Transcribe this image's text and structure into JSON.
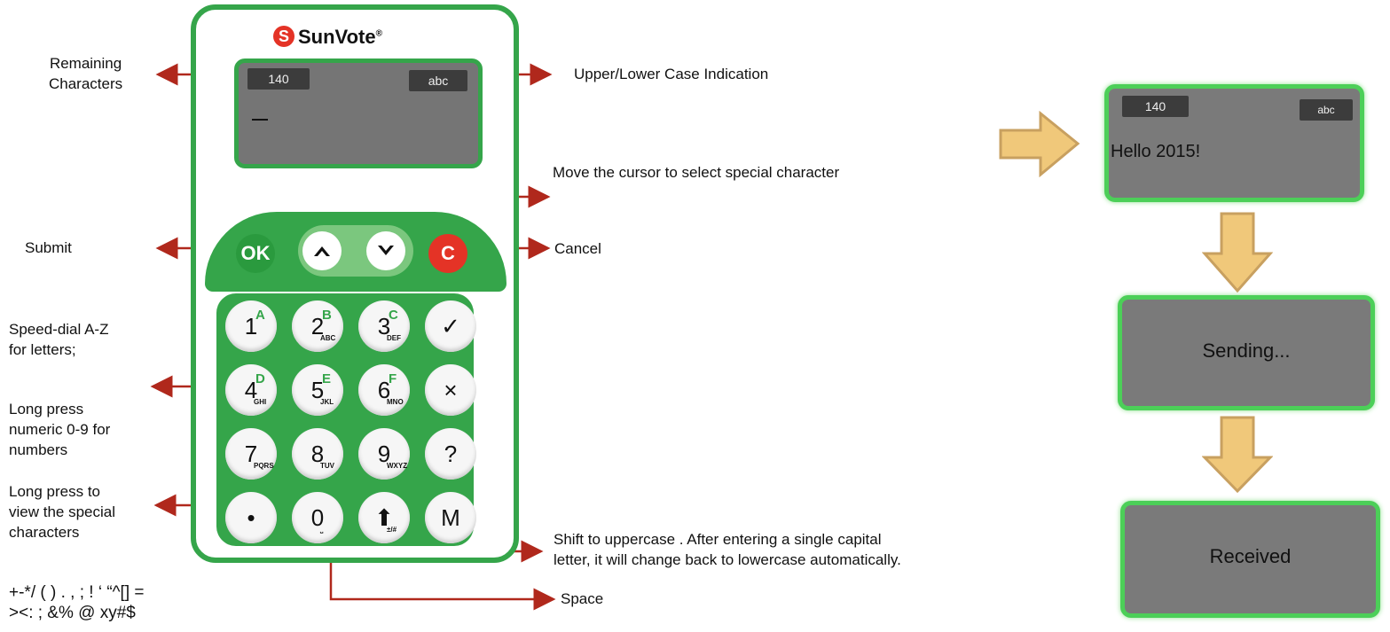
{
  "brand": {
    "name": "SunVote",
    "mark": "®",
    "logo_letter": "S"
  },
  "screen": {
    "remaining": "140",
    "case_mode": "abc"
  },
  "buttons": {
    "ok": "OK",
    "cancel": "C"
  },
  "keys": [
    {
      "main": "1",
      "sup": "A",
      "sub": ""
    },
    {
      "main": "2",
      "sup": "B",
      "sub": "ABC"
    },
    {
      "main": "3",
      "sup": "C",
      "sub": "DEF"
    },
    {
      "main": "✓",
      "sup": "",
      "sub": ""
    },
    {
      "main": "4",
      "sup": "D",
      "sub": "GHI"
    },
    {
      "main": "5",
      "sup": "E",
      "sub": "JKL"
    },
    {
      "main": "6",
      "sup": "F",
      "sub": "MNO"
    },
    {
      "main": "×",
      "sup": "",
      "sub": ""
    },
    {
      "main": "7",
      "sup": "",
      "sub": "PQRS"
    },
    {
      "main": "8",
      "sup": "",
      "sub": "TUV"
    },
    {
      "main": "9",
      "sup": "",
      "sub": "WXYZ"
    },
    {
      "main": "?",
      "sup": "",
      "sub": ""
    },
    {
      "main": "•",
      "sup": "",
      "sub": ""
    },
    {
      "main": "0",
      "sup": "",
      "sub": "⎵"
    },
    {
      "main": "⬆",
      "sup": "",
      "sub": "±/#"
    },
    {
      "main": "M",
      "sup": "",
      "sub": ""
    }
  ],
  "labels": {
    "remaining_line1": "Remaining",
    "remaining_line2": "Characters",
    "case_indication": "Upper/Lower Case Indication",
    "move_cursor": "Move the cursor to select special character",
    "submit": "Submit",
    "cancel": "Cancel",
    "speed_dial_1": "Speed-dial A-Z",
    "speed_dial_2": "for letters;",
    "long_press_1": "Long press",
    "long_press_2": "numeric 0-9 for",
    "long_press_3": "numbers",
    "special_1": "Long press to",
    "special_2": "view the special",
    "special_3": "characters",
    "shift_1": "Shift to uppercase . After  entering a single capital",
    "shift_2": "letter,  it will change back to lowercase  automatically.",
    "space": "Space",
    "specials_1": "+-*/  (  )  . ,  ;  !   ‘   “^[] =",
    "specials_2": "><: ; &% @ xy#$"
  },
  "flow": {
    "step1_count": "140",
    "step1_case": "abc",
    "step1_text": "Hello 2015!",
    "step2_text": "Sending...",
    "step3_text": "Received"
  },
  "colors": {
    "green": "#35a54a",
    "red": "#e43326",
    "arrow": "#b0281c",
    "flow_arrow": "#f0c87a"
  }
}
